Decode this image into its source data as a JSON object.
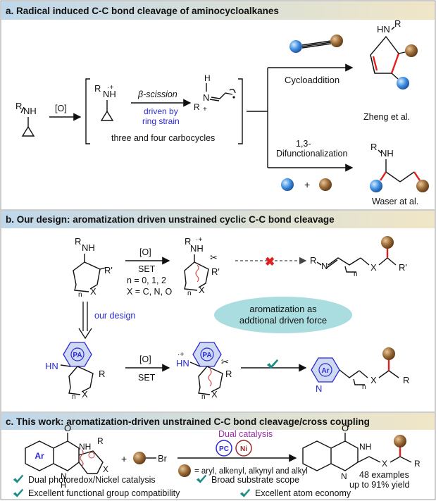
{
  "colors": {
    "header_start": "#bfd7ea",
    "header_end": "#f0e6c7",
    "teal_check": "#1d8c85",
    "blue_text": "#2a2ad6",
    "purple_text": "#9a2ca8",
    "red_bond": "#e0201e",
    "ellipse_fill": "#a9dde0",
    "brown_ball": "#8a5a2b",
    "blue_ball": "#3e8fe0",
    "pa_fill": "#cfd9f2"
  },
  "icons": [
    "check-icon",
    "cross-icon",
    "brown-sphere-icon",
    "blue-sphere-icon",
    "scissors-icon"
  ],
  "panel_a": {
    "title": "a. Radical induced C-C bond cleavage of aminocycloalkanes",
    "reagent_o": "[O]",
    "beta_scission": "β-scission",
    "driven_by": "driven by",
    "ring_strain": "ring strain",
    "carbocycles": "three and four carbocycles",
    "cycloaddition": "Cycloaddition",
    "zheng": "Zheng et al.",
    "difunc_line1": "1,3-",
    "difunc_line2": "Difunctionalization",
    "plus": "+",
    "waser": "Waser at al.",
    "lbl_R": "R",
    "lbl_NH": "NH",
    "lbl_HN": "HN",
    "lbl_H": "H",
    "lbl_N": "N",
    "lbl_dot_plus": "·+",
    "lbl_plus": "+"
  },
  "panel_b": {
    "title": "b. Our design: aromatization driven unstrained cyclic C-C bond cleavage",
    "reagent_o": "[O]",
    "set": "SET",
    "cond_n": "n = 0, 1, 2",
    "cond_x": "X = C, N, O",
    "our_design": "our design",
    "ellipse_line1": "aromatization as",
    "ellipse_line2": "addtional driven force",
    "pa": "PA",
    "ar": "Ar",
    "lbl_R": "R",
    "lbl_Rp": "R'",
    "lbl_NH": "NH",
    "lbl_HN": "HN",
    "lbl_N": "N",
    "lbl_X": "X",
    "lbl_n": "n",
    "lbl_dot_plus": "·+"
  },
  "panel_c": {
    "title": "c. This work: aromatization-driven unstrained C-C bond cleavage/cross coupling",
    "dual_catalysis": "Dual catalysis",
    "pc": "PC",
    "ni": "Ni",
    "br": "Br",
    "plus": "+",
    "ball_def": "= aryl, alkenyl, alkynyl and alkyl",
    "examples": "48 examples",
    "yield": "up to 91% yield",
    "feature1": "Dual photoredox/Nickel catalysis",
    "feature2": "Broad substrate scope",
    "feature3": "Excellent functional group compatibility",
    "feature4": "Excellent atom economy",
    "ar": "Ar",
    "lbl_O": "O",
    "lbl_NH": "NH",
    "lbl_N": "N",
    "lbl_H": "H",
    "lbl_R": "R",
    "lbl_X": "X"
  }
}
